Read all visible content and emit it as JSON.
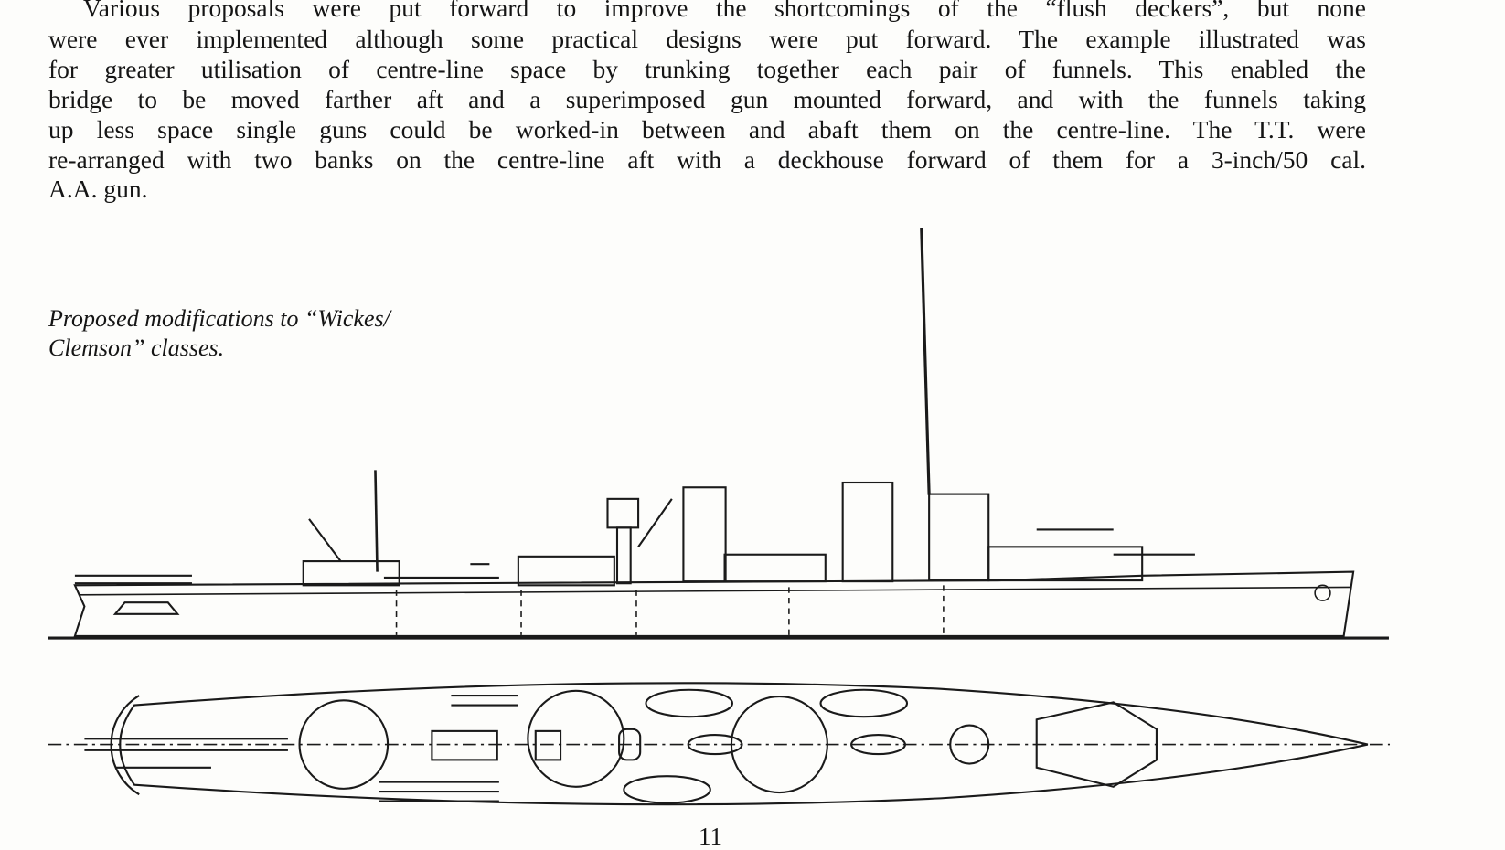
{
  "body_text": {
    "lines": [
      "Various proposals were put forward to improve the shortcomings of the “flush deckers”, but none",
      "were ever implemented although some practical designs were put forward. The example illustrated was",
      "for greater utilisation of centre-line space by trunking together each pair of funnels. This enabled the",
      "bridge to be moved farther aft and a superimposed gun mounted forward, and with the funnels taking",
      "up less space single guns could be worked-in between and abaft them on the centre-line. The T.T. were",
      "re-arranged with two banks on the centre-line aft with a deckhouse forward of them for a 3-inch/50 cal.",
      "A.A. gun."
    ]
  },
  "figure": {
    "caption_line1": "Proposed modifications to “Wickes/",
    "caption_line2": "Clemson” classes."
  },
  "page_number": "11"
}
